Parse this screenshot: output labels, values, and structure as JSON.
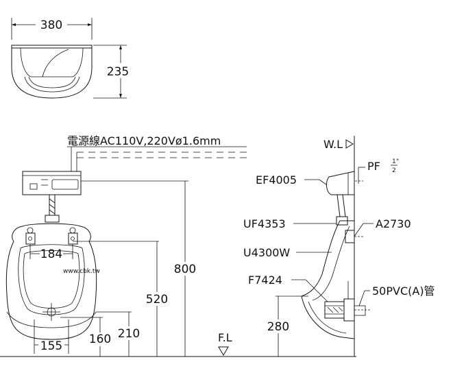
{
  "dimensions": {
    "top_width": "380",
    "top_depth": "235",
    "height_total": "800",
    "height_mid": "520",
    "spacing_184": "184",
    "width_155": "155",
    "height_160": "160",
    "height_210": "210",
    "height_280": "280"
  },
  "labels": {
    "power_wire": "電源線AC110V,220Vø1.6mm",
    "water_level": "W.L",
    "pf": "PF",
    "pf_frac_num": "1",
    "pf_frac_den": "2",
    "pf_inch": "\"",
    "ef4005": "EF4005",
    "uf4353": "UF4353",
    "a2730": "A2730",
    "u4300w": "U4300W",
    "f7424": "F7424",
    "pvc": "50PVC(A)管",
    "floor_level": "F.L",
    "watermark": "www.cbk.tw"
  }
}
